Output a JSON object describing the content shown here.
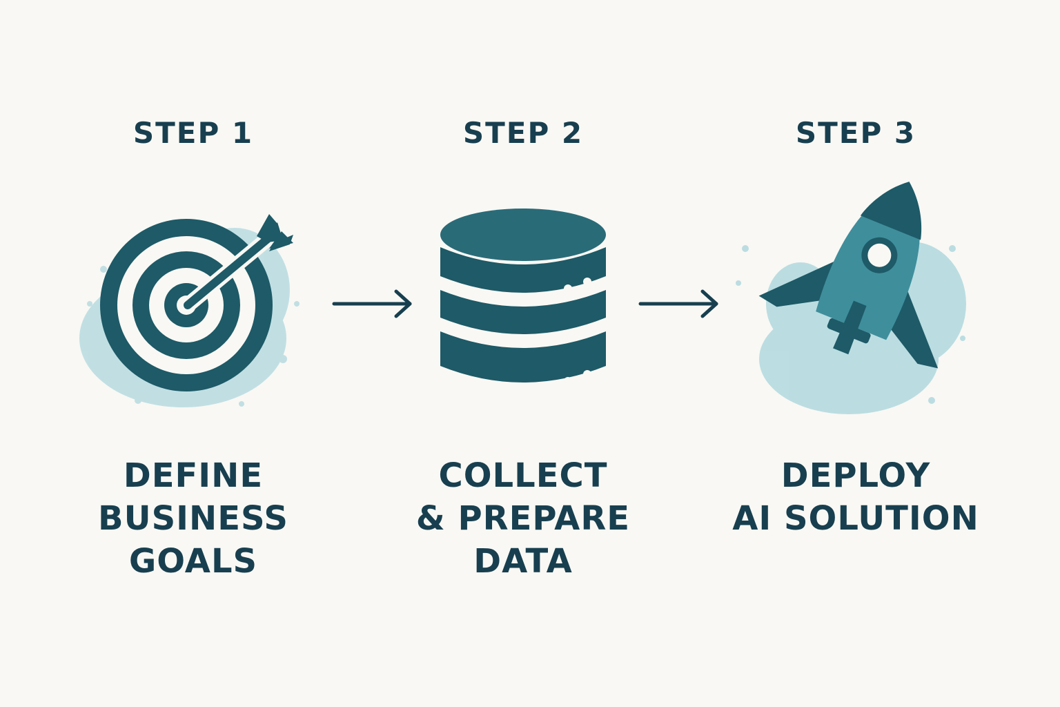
{
  "colors": {
    "background": "#f9f8f4",
    "text": "#183f4f",
    "icon_dark": "#1e5a67",
    "icon_mid": "#2f7b8b",
    "watercolor": "#7fc3d0"
  },
  "steps": [
    {
      "title": "STEP 1",
      "caption_lines": [
        "DEFINE",
        "BUSINESS",
        "GOALS"
      ],
      "icon": "target-arrow-icon"
    },
    {
      "title": "STEP 2",
      "caption_lines": [
        "COLLECT",
        "& PREPARE",
        "DATA"
      ],
      "icon": "database-icon"
    },
    {
      "title": "STEP 3",
      "caption_lines": [
        "DEPLOY",
        "AI SOLUTION"
      ],
      "icon": "rocket-icon"
    }
  ],
  "connectors": [
    "arrow-right-icon",
    "arrow-right-icon"
  ]
}
